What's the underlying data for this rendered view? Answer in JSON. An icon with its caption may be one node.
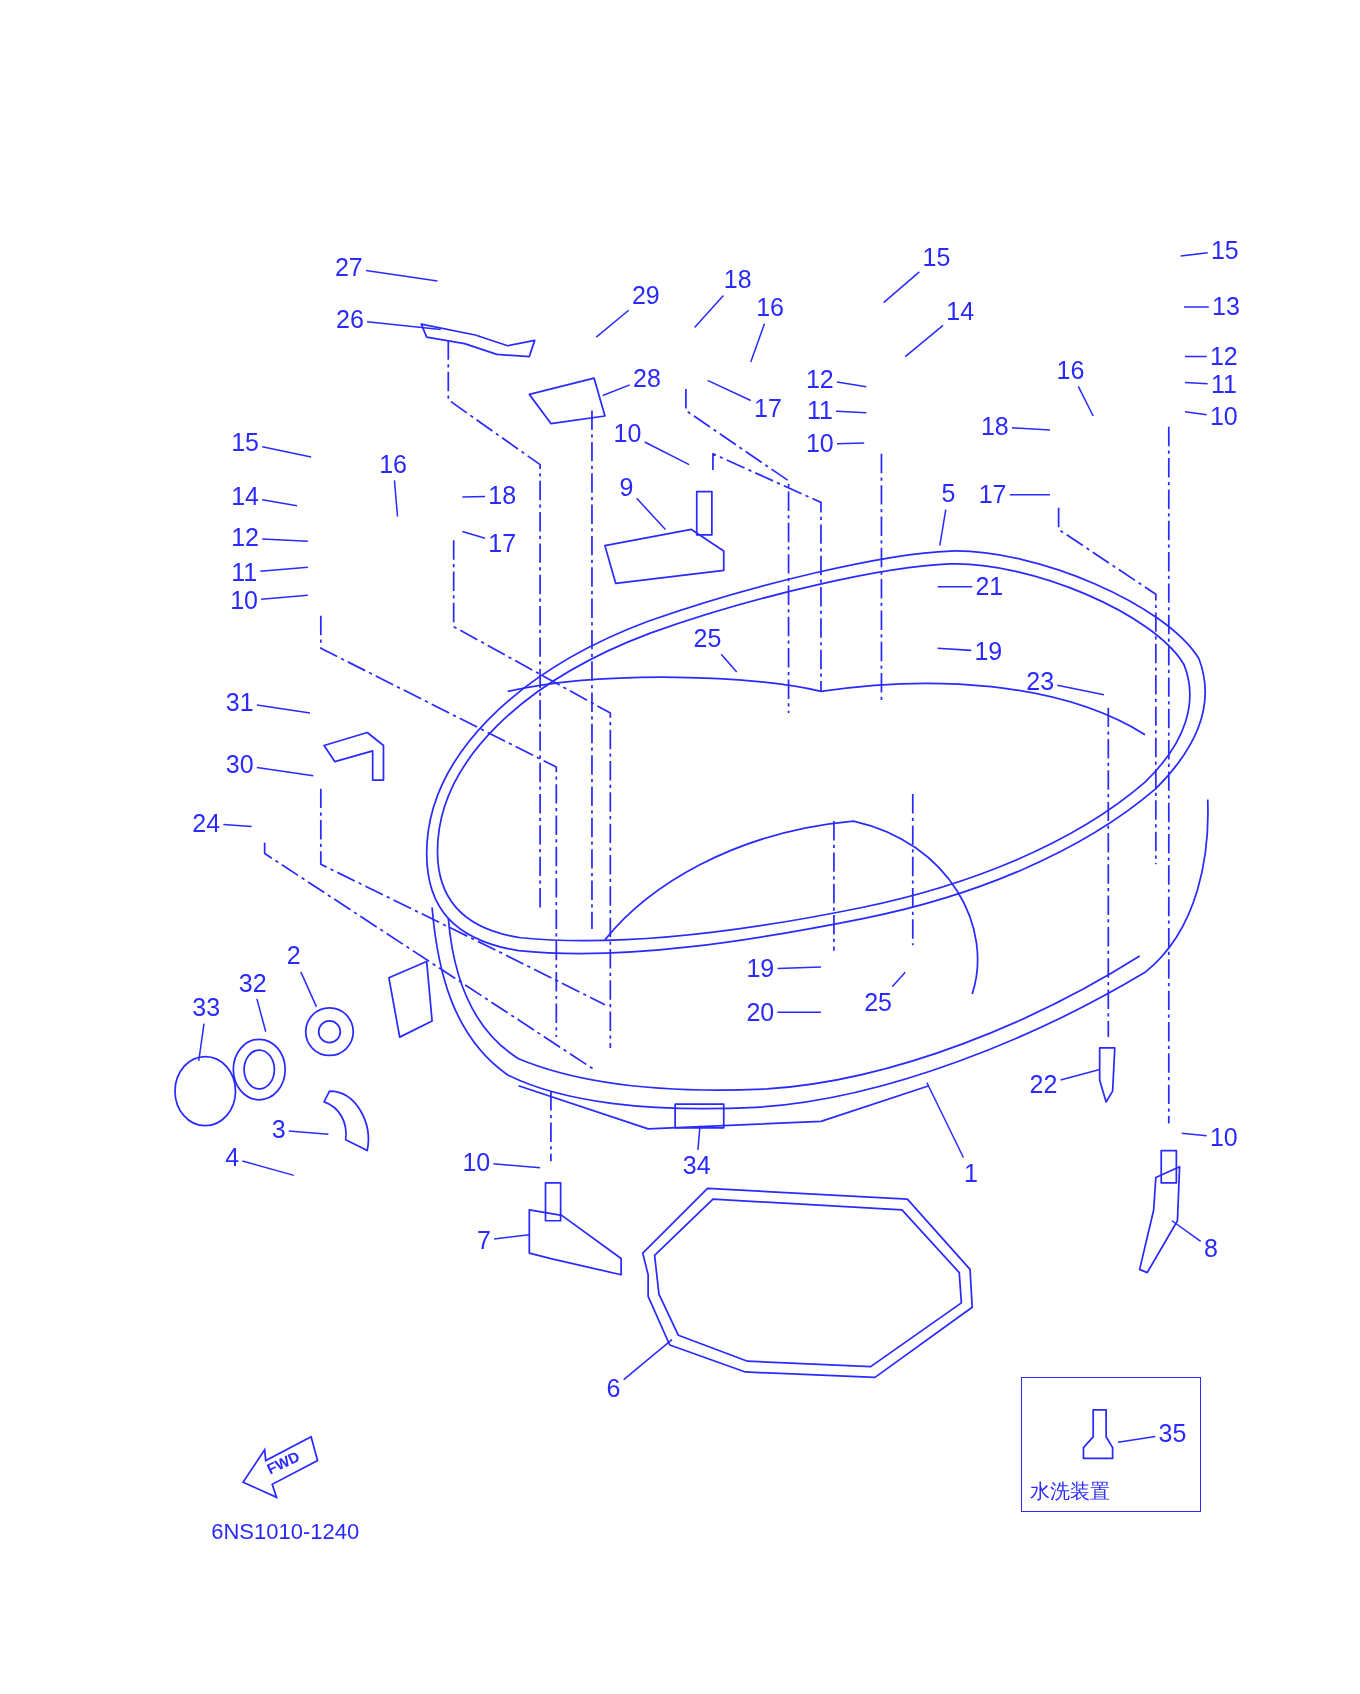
{
  "diagram": {
    "nodes": [
      {
        "text": [
          "27"
        ]
      },
      {
        "text": [
          "15"
        ]
      },
      {
        "text": [
          "15"
        ]
      },
      {
        "text": [
          "26"
        ]
      },
      {
        "text": [
          "18"
        ]
      },
      {
        "text": [
          "16"
        ]
      },
      {
        "text": [
          "14"
        ]
      },
      {
        "text": [
          "29"
        ]
      },
      {
        "text": [
          "13"
        ]
      },
      {
        "text": [
          "12"
        ]
      },
      {
        "text": [
          "16"
        ]
      },
      {
        "text": [
          "28"
        ]
      },
      {
        "text": [
          "12"
        ]
      },
      {
        "text": [
          "11"
        ]
      },
      {
        "text": [
          "17"
        ]
      },
      {
        "text": [
          "11"
        ]
      },
      {
        "text": [
          "10"
        ]
      },
      {
        "text": [
          "10"
        ]
      },
      {
        "text": [
          "10"
        ]
      },
      {
        "text": [
          "18"
        ]
      },
      {
        "text": [
          "15"
        ]
      },
      {
        "text": [
          "16"
        ]
      },
      {
        "text": [
          "9"
        ]
      },
      {
        "text": [
          "5"
        ]
      },
      {
        "text": [
          "18"
        ]
      },
      {
        "text": [
          "14"
        ]
      },
      {
        "text": [
          "17"
        ]
      },
      {
        "text": [
          "12"
        ]
      },
      {
        "text": [
          "17"
        ]
      },
      {
        "text": [
          "11"
        ]
      },
      {
        "text": [
          "21"
        ]
      },
      {
        "text": [
          "10"
        ]
      },
      {
        "text": [
          "25"
        ]
      },
      {
        "text": [
          "19"
        ]
      },
      {
        "text": [
          "23"
        ]
      },
      {
        "text": [
          "31"
        ]
      },
      {
        "text": [
          "30"
        ]
      },
      {
        "text": [
          "24"
        ]
      },
      {
        "text": [
          "2"
        ]
      },
      {
        "text": [
          "19"
        ]
      },
      {
        "text": [
          "32"
        ]
      },
      {
        "text": [
          "25"
        ]
      },
      {
        "text": [
          "33"
        ]
      },
      {
        "text": [
          "20"
        ]
      },
      {
        "text": [
          "22"
        ]
      },
      {
        "text": [
          "3"
        ]
      },
      {
        "text": [
          "10"
        ]
      },
      {
        "text": [
          "4"
        ]
      },
      {
        "text": [
          "10"
        ]
      },
      {
        "text": [
          "34"
        ]
      },
      {
        "text": [
          "1"
        ]
      },
      {
        "text": [
          "7"
        ]
      },
      {
        "text": [
          "8"
        ]
      },
      {
        "text": [
          "6"
        ]
      },
      {
        "text": [
          "水洗装置"
        ]
      },
      {
        "text": [
          "35"
        ],
        "in": 54
      }
    ],
    "edges": [
      {
        "from": 0,
        "to": null,
        "arrow": "none"
      },
      {
        "from": 1,
        "to": null,
        "arrow": "none"
      },
      {
        "from": 2,
        "to": null,
        "arrow": "none"
      },
      {
        "from": 3,
        "to": null,
        "arrow": "none"
      },
      {
        "from": 4,
        "to": null,
        "arrow": "none"
      },
      {
        "from": 5,
        "to": null,
        "arrow": "none"
      },
      {
        "from": 6,
        "to": null,
        "arrow": "none"
      },
      {
        "from": 7,
        "to": null,
        "arrow": "none"
      },
      {
        "from": 8,
        "to": null,
        "arrow": "none"
      },
      {
        "from": 9,
        "to": null,
        "arrow": "none"
      },
      {
        "from": 10,
        "to": null,
        "arrow": "none"
      },
      {
        "from": 11,
        "to": null,
        "arrow": "none"
      },
      {
        "from": 12,
        "to": null,
        "arrow": "none"
      },
      {
        "from": 13,
        "to": null,
        "arrow": "none"
      },
      {
        "from": 14,
        "to": null,
        "arrow": "none"
      },
      {
        "from": 15,
        "to": null,
        "arrow": "none"
      },
      {
        "from": 16,
        "to": null,
        "arrow": "none"
      },
      {
        "from": 17,
        "to": null,
        "arrow": "none"
      },
      {
        "from": 18,
        "to": null,
        "arrow": "none"
      },
      {
        "from": 19,
        "to": null,
        "arrow": "none"
      },
      {
        "from": 20,
        "to": null,
        "arrow": "none"
      },
      {
        "from": 21,
        "to": null,
        "arrow": "none"
      },
      {
        "from": 22,
        "to": null,
        "arrow": "none"
      },
      {
        "from": 23,
        "to": null,
        "arrow": "none"
      },
      {
        "from": 24,
        "to": null,
        "arrow": "none"
      },
      {
        "from": 25,
        "to": null,
        "arrow": "none"
      },
      {
        "from": 26,
        "to": null,
        "arrow": "none"
      },
      {
        "from": 27,
        "to": null,
        "arrow": "none"
      },
      {
        "from": 28,
        "to": null,
        "arrow": "none"
      },
      {
        "from": 29,
        "to": null,
        "arrow": "none"
      },
      {
        "from": 30,
        "to": null,
        "arrow": "none"
      },
      {
        "from": 31,
        "to": null,
        "arrow": "none"
      },
      {
        "from": 32,
        "to": null,
        "arrow": "none"
      },
      {
        "from": 33,
        "to": null,
        "arrow": "none"
      },
      {
        "from": 34,
        "to": null,
        "arrow": "none"
      },
      {
        "from": 35,
        "to": null,
        "arrow": "none"
      },
      {
        "from": 36,
        "to": null,
        "arrow": "none"
      },
      {
        "from": 37,
        "to": null,
        "arrow": "none"
      },
      {
        "from": 38,
        "to": null,
        "arrow": "none"
      },
      {
        "from": 39,
        "to": null,
        "arrow": "none"
      },
      {
        "from": 40,
        "to": null,
        "arrow": "none"
      },
      {
        "from": 41,
        "to": null,
        "arrow": "none"
      },
      {
        "from": 42,
        "to": null,
        "arrow": "none"
      },
      {
        "from": 43,
        "to": null,
        "arrow": "none"
      },
      {
        "from": 44,
        "to": null,
        "arrow": "none"
      },
      {
        "from": 45,
        "to": null,
        "arrow": "none"
      },
      {
        "from": 46,
        "to": null,
        "arrow": "none"
      },
      {
        "from": 47,
        "to": null,
        "arrow": "none"
      },
      {
        "from": 48,
        "to": null,
        "arrow": "none"
      },
      {
        "from": 49,
        "to": null,
        "arrow": "none"
      },
      {
        "from": 50,
        "to": null,
        "arrow": "none"
      },
      {
        "from": 51,
        "to": null,
        "arrow": "none"
      },
      {
        "from": 52,
        "to": null,
        "arrow": "none"
      },
      {
        "from": 53,
        "to": null,
        "arrow": "none"
      },
      {
        "from": 55,
        "to": null,
        "arrow": "none"
      }
    ],
    "labels": [
      "FWD",
      "6NS1010-1240"
    ]
  }
}
